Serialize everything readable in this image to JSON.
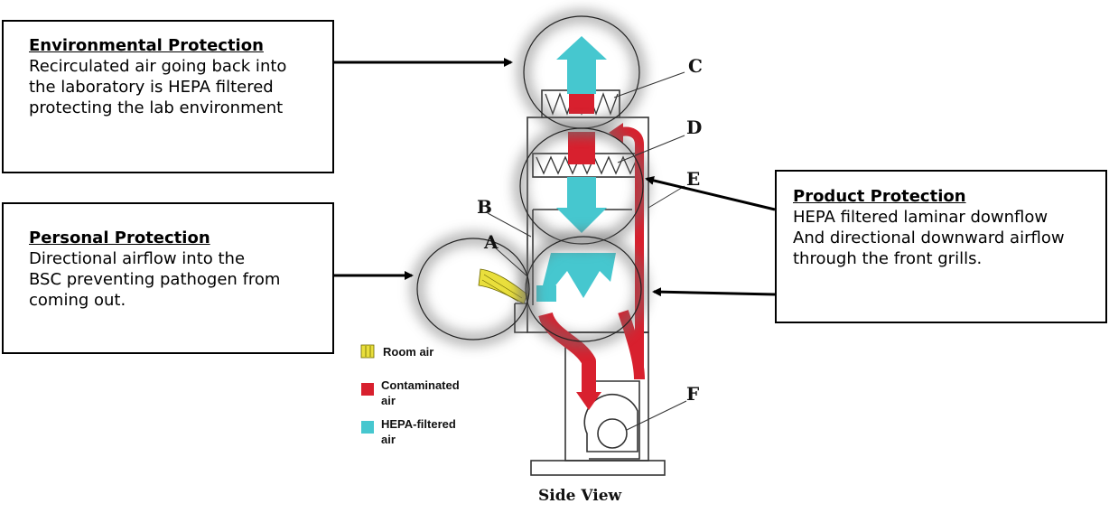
{
  "callouts": {
    "environmental": {
      "title": "Environmental Protection",
      "lines": [
        "Recirculated air going back into",
        "the laboratory is HEPA filtered",
        "protecting the lab environment"
      ]
    },
    "personal": {
      "title": "Personal Protection",
      "lines": [
        "Directional airflow into the",
        "BSC preventing pathogen from",
        "coming out."
      ]
    },
    "product": {
      "title": "Product Protection",
      "lines": [
        "HEPA filtered laminar downflow",
        "And directional downward airflow",
        "through the front grills."
      ]
    }
  },
  "labels": {
    "A": "A",
    "B": "B",
    "C": "C",
    "D": "D",
    "E": "E",
    "F": "F"
  },
  "legend": {
    "room_air": "Room air",
    "contaminated_1": "Contaminated",
    "contaminated_2": "air",
    "hepa_1": "HEPA-filtered",
    "hepa_2": "air"
  },
  "caption": "Side View",
  "colors": {
    "room_air": "#e9df3c",
    "contaminated": "#d8202e",
    "hepa": "#46c7cf",
    "highlight_ring": "#6f6f6f"
  }
}
